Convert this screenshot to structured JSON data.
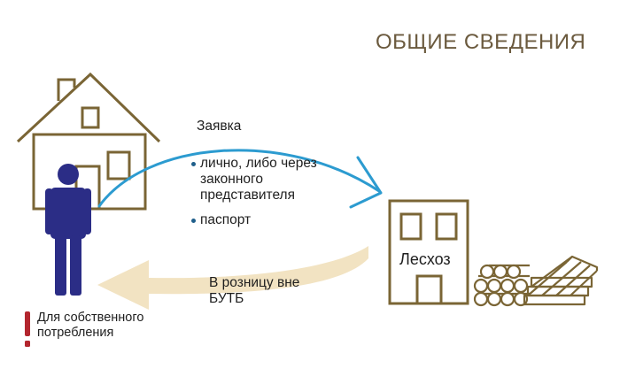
{
  "title": "ОБЩИЕ СВЕДЕНИЯ",
  "request": {
    "label": "Заявка",
    "items": [
      "лично, либо через законного представителя",
      "паспорт"
    ]
  },
  "retail": {
    "label": "В розницу вне БУТБ"
  },
  "forestry": {
    "label": "Лесхоз"
  },
  "note": {
    "label": "Для собственного потребления",
    "marker": "!"
  },
  "colors": {
    "house_outline": "#7a6535",
    "person": "#2b2d86",
    "request_arrow": "#2c9bd0",
    "retail_arrow": "#f2e3c2",
    "note_marker": "#b3262e",
    "title": "#6b5a3e"
  },
  "icons": [
    "house-icon",
    "person-icon",
    "forestry-building-icon",
    "log-pile-icon",
    "lumber-stack-icon",
    "exclamation-icon"
  ]
}
